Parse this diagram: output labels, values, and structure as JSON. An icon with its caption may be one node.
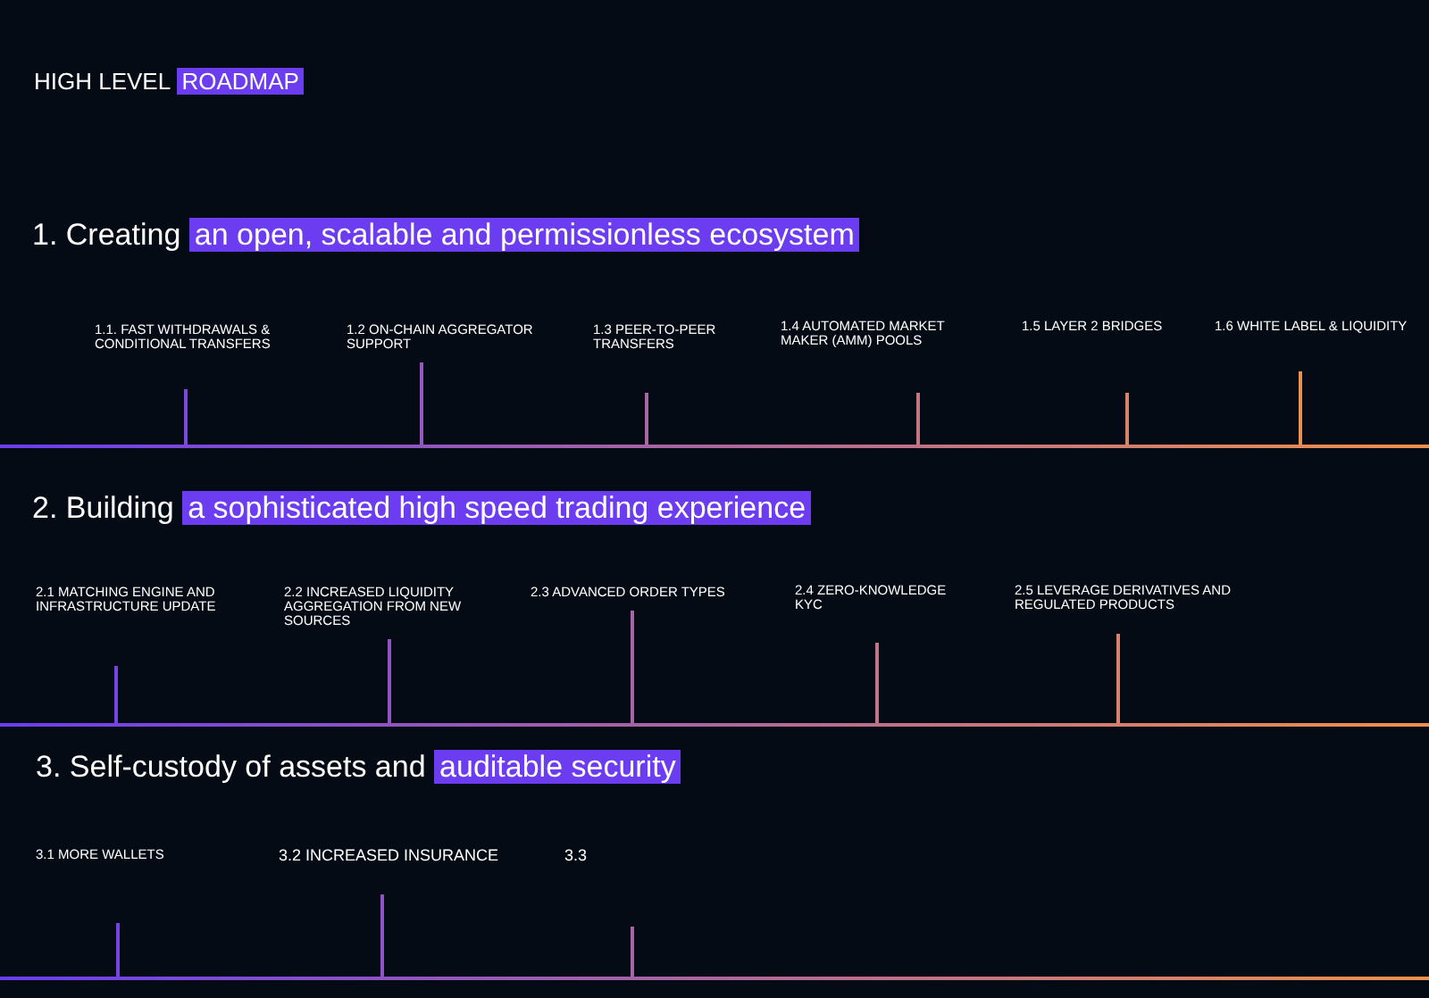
{
  "diagram": {
    "labels": [
      "HIGH LEVEL",
      "ROADMAP",
      "1. Creating",
      "an open, scalable and permissionless ecosystem",
      "1.1. FAST WITHDRAWALS & CONDITIONAL TRANSFERS",
      "1.2 ON-CHAIN AGGREGATOR SUPPORT",
      "1.3 PEER-TO-PEER TRANSFERS",
      "1.4 AUTOMATED MARKET MAKER (AMM) POOLS",
      "1.5 LAYER 2 BRIDGES",
      "1.6 WHITE LABEL & LIQUIDITY",
      "2. Building",
      "a sophisticated high speed trading experience",
      "2.1 MATCHING ENGINE AND INFRASTRUCTURE UPDATE",
      "2.2 INCREASED LIQUIDITY AGGREGATION FROM NEW SOURCES",
      "2.3 ADVANCED ORDER TYPES",
      "2.4 ZERO-KNOWLEDGE KYC",
      "2.5 LEVERAGE DERIVATIVES AND REGULATED PRODUCTS",
      "3. Self-custody of assets and",
      "auditable security",
      "3.1 MORE WALLETS",
      "3.2 INCREASED INSURANCE",
      "3.3"
    ]
  }
}
